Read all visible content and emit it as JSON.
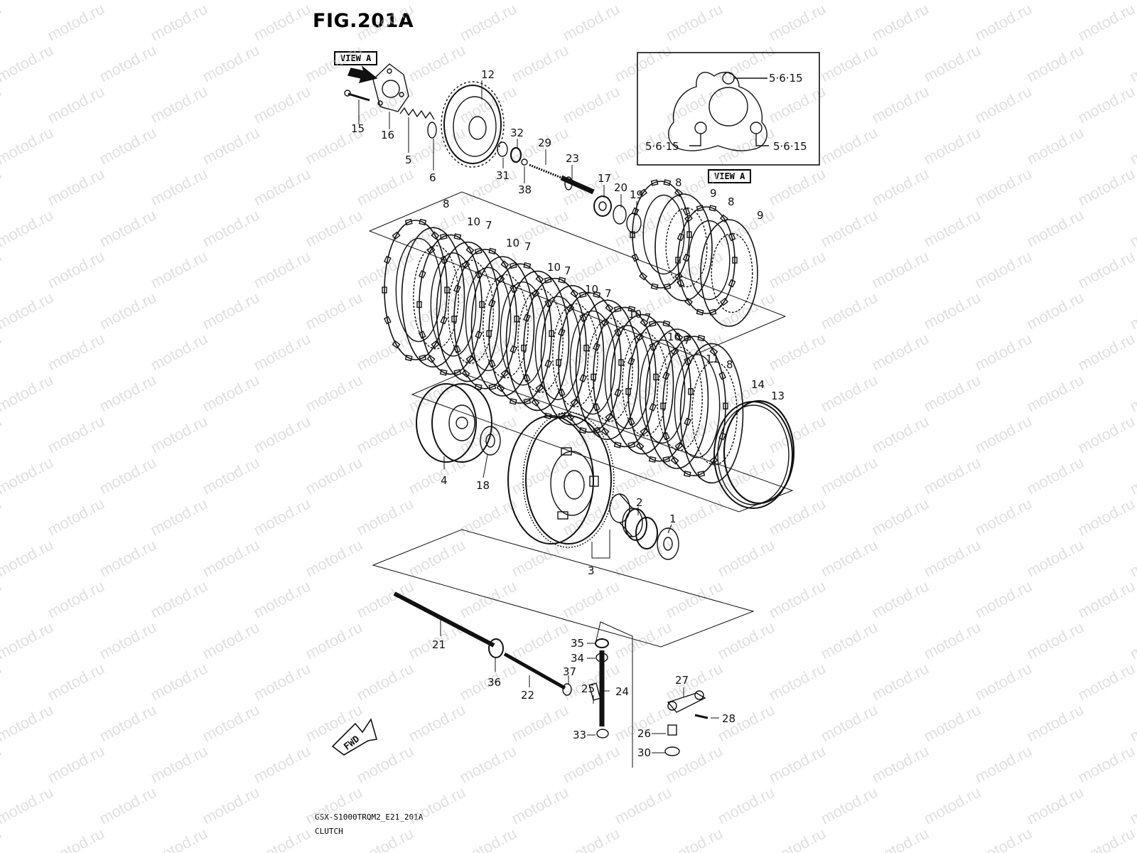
{
  "figure_title": "FIG.201A",
  "view_label": "VIEW A",
  "torque_value": "5·6·15",
  "footer": {
    "code": "GSX-S1000TRQM2_E21_201A",
    "name": "CLUTCH"
  },
  "fwd_label": "FWD",
  "watermark": "motod.ru",
  "callouts": [
    "1",
    "2",
    "3",
    "4",
    "5",
    "6",
    "7",
    "8",
    "9",
    "10",
    "11",
    "12",
    "13",
    "14",
    "15",
    "16",
    "17",
    "18",
    "19",
    "20",
    "21",
    "22",
    "23",
    "24",
    "25",
    "26",
    "27",
    "28",
    "29",
    "30",
    "31",
    "32",
    "33",
    "34",
    "35",
    "36",
    "37",
    "38"
  ],
  "colors": {
    "line": "#111111",
    "watermark": "#c8c8c8"
  }
}
